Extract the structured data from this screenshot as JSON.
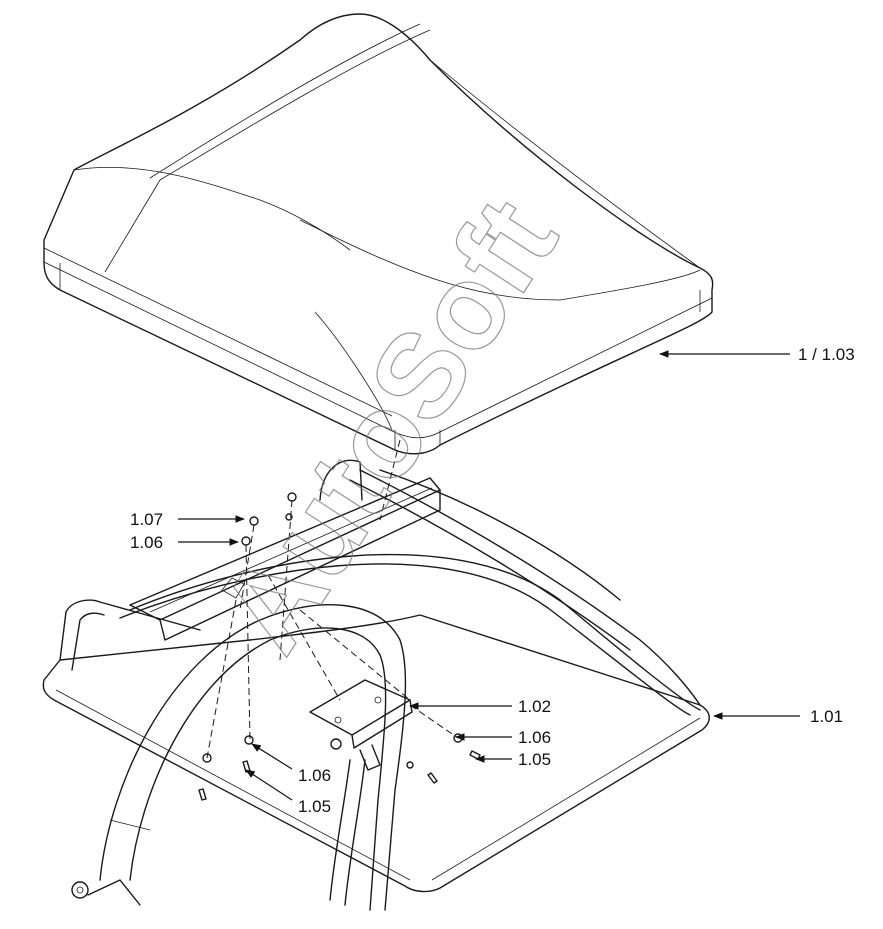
{
  "watermark": "AutoSoft",
  "callouts": [
    {
      "id": "canopy",
      "label": "1 / 1.03"
    },
    {
      "id": "screw-upper-left",
      "label": "1.07"
    },
    {
      "id": "washer-upper-left",
      "label": "1.06"
    },
    {
      "id": "bracket",
      "label": "1.02"
    },
    {
      "id": "frame",
      "label": "1.01"
    },
    {
      "id": "washer-right",
      "label": "1.06"
    },
    {
      "id": "bolt-right",
      "label": "1.05"
    },
    {
      "id": "washer-lower",
      "label": "1.06"
    },
    {
      "id": "bolt-lower",
      "label": "1.05"
    }
  ]
}
